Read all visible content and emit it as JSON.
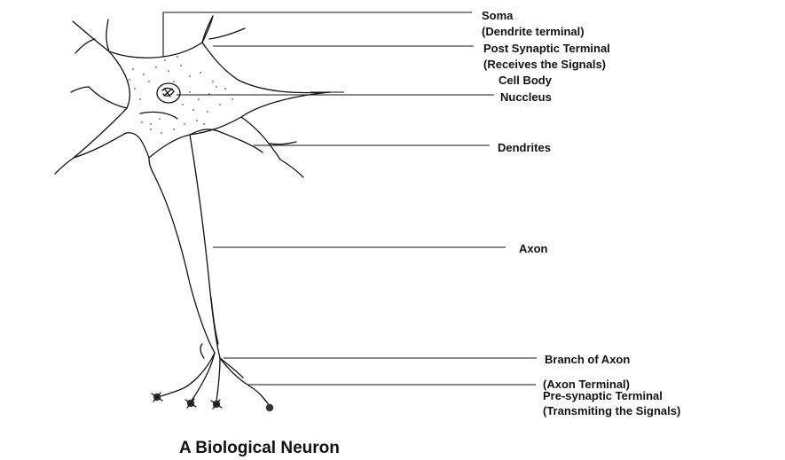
{
  "diagram": {
    "labels": {
      "soma": "Soma",
      "dendrite_terminal": "(Dendrite terminal)",
      "post_synaptic": "Post Synaptic Terminal",
      "receives_signals": "(Receives the Signals)",
      "cell_body": "Cell Body",
      "nucleus": "Nuccleus",
      "dendrites": "Dendrites",
      "axon": "Axon",
      "branch_of_axon": "Branch of Axon",
      "axon_terminal": "(Axon Terminal)",
      "pre_synaptic": "Pre-synaptic Terminal",
      "transmitting_signals": "(Transmiting the Signals)"
    },
    "caption": "A Biological Neuron"
  }
}
